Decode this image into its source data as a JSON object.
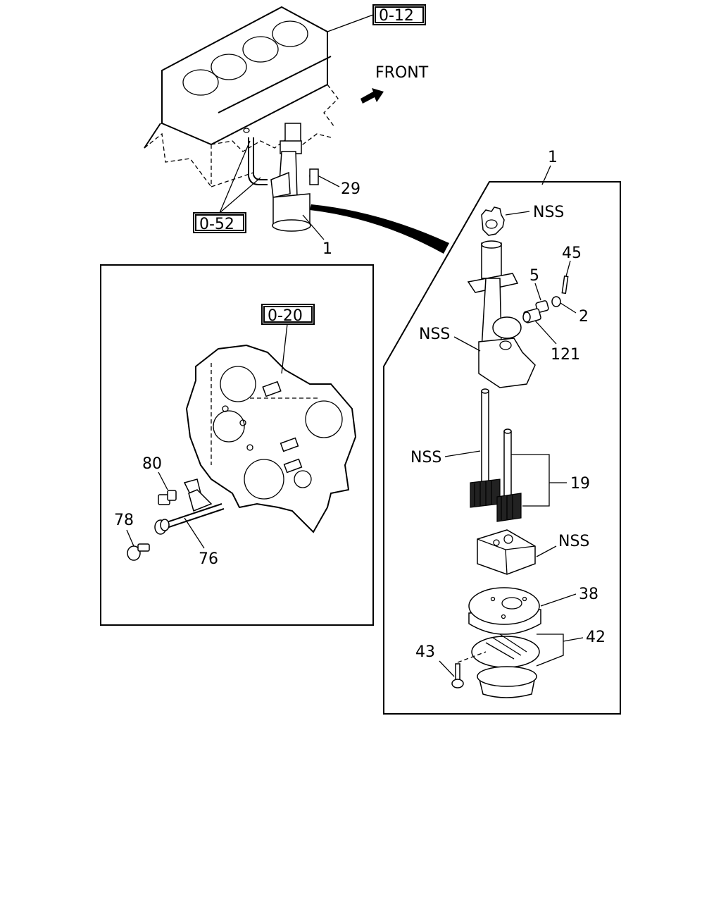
{
  "refs": {
    "block": "0-12",
    "pipe": "0-52",
    "front_cover": "0-20"
  },
  "direction_label": "FRONT",
  "labels": {
    "pump_assembly_detail": "1",
    "pump_assembly_overview": "1",
    "bolt_29": "29",
    "gear_nss_top": "NSS",
    "pin_45": "45",
    "spring_5": "5",
    "washer_2": "2",
    "plug_121": "121",
    "body_nss": "NSS",
    "shaft_nss": "NSS",
    "gear_set_19": "19",
    "cover_nss": "NSS",
    "strainer_38": "38",
    "gasket_42": "42",
    "bolt_43": "43",
    "bolt_80": "80",
    "bolt_78": "78",
    "gauge_76": "76"
  },
  "icons": {
    "front_arrow": "arrow-right-icon"
  }
}
